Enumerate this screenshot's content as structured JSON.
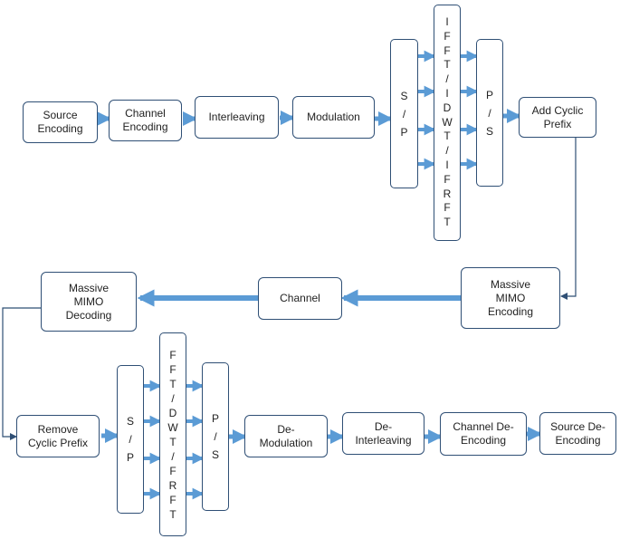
{
  "diagram": {
    "edge_color": "#2f4f75",
    "arrow_color": "#5b9bd5",
    "top_row": {
      "source_encoding": "Source\nEncoding",
      "channel_encoding": "Channel\nEncoding",
      "interleaving": "Interleaving",
      "modulation": "Modulation",
      "sp": "S\n/\nP",
      "transform": "I\nF\nF\nT\n/\nI\nD\nW\nT\n/\nI\nF\nR\nF\nT",
      "ps": "P\n/\nS",
      "add_cyclic_prefix": "Add Cyclic\nPrefix"
    },
    "middle_row": {
      "massive_mimo_encoding": "Massive\nMIMO\nEncoding",
      "channel": "Channel",
      "massive_mimo_decoding": "Massive\nMIMO\nDecoding"
    },
    "bottom_row": {
      "remove_cyclic_prefix": "Remove\nCyclic Prefix",
      "sp": "S\n/\nP",
      "transform": "F\nF\nT\n/\nD\nW\nT\n/\nF\nR\nF\nT",
      "ps": "P\n/\nS",
      "demodulation": "De-\nModulation",
      "deinterleaving": "De-\nInterleaving",
      "channel_decoding": "Channel De-\nEncoding",
      "source_decoding": "Source De-\nEncoding"
    }
  }
}
